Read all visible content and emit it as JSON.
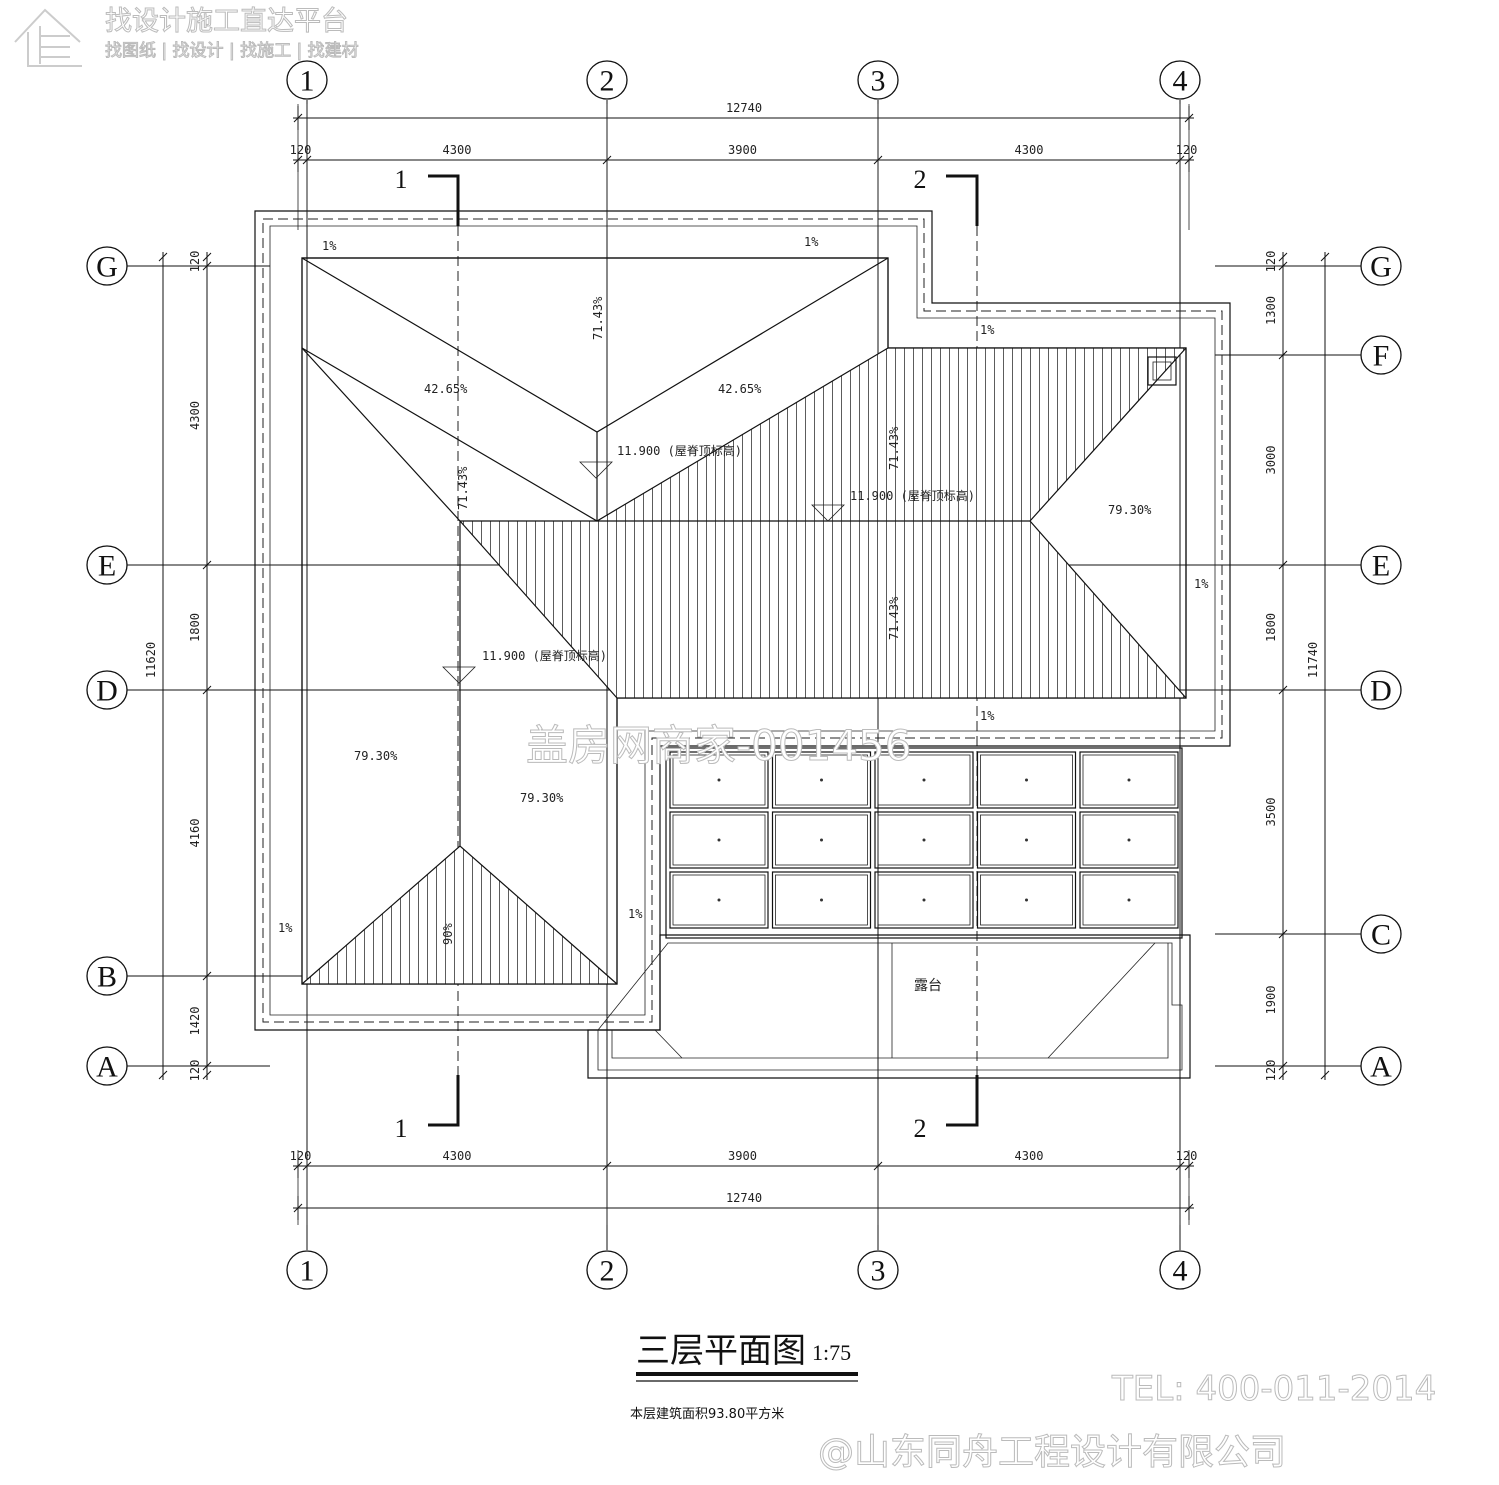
{
  "watermarks": {
    "top_title": "找设计施工直达平台",
    "top_sub": "找图纸 | 找设计 | 找施工 | 找建材",
    "center": "盖房网商家-001456",
    "tel": "TEL: 400-011-2014",
    "company": "@山东同舟工程设计有限公司"
  },
  "grid_axes": {
    "columns": [
      "1",
      "2",
      "3",
      "4"
    ],
    "rows": [
      "G",
      "F",
      "E",
      "D",
      "C",
      "B",
      "A"
    ]
  },
  "dimensions": {
    "horizontal_total": "12740",
    "horizontal_segments": [
      "120",
      "4300",
      "3900",
      "4300",
      "120"
    ],
    "left_total": "11620",
    "left_segments": [
      "120",
      "4300",
      "1800",
      "4160",
      "1420",
      "120"
    ],
    "right_total": "11740",
    "right_segments": [
      "120",
      "1300",
      "3000",
      "1800",
      "3500",
      "1900",
      "120"
    ]
  },
  "section_marks": [
    "1",
    "2"
  ],
  "annotations": {
    "slope_1pct": "1%",
    "slope_42": "42.65%",
    "slope_71": "71.43%",
    "slope_79": "79.30%",
    "slope_90": "90%",
    "ridge_elev": "11.900 (屋脊顶标高)",
    "terrace": "露台"
  },
  "title": {
    "name": "三层平面图",
    "scale": "1:75",
    "area_note": "本层建筑面积93.80平方米"
  }
}
